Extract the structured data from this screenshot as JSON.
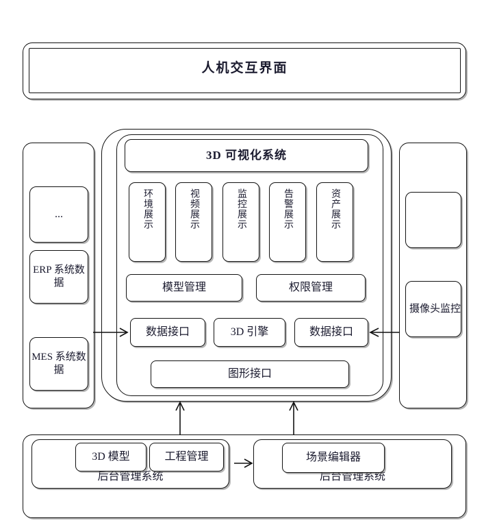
{
  "diagram": {
    "title_banner": {
      "label": "人机交互界面"
    },
    "left_sidebar": {
      "items": [
        {
          "name": "ellipsis",
          "label": "..."
        },
        {
          "name": "erp-data",
          "label": "ERP 系统数据"
        },
        {
          "name": "mes-data",
          "label": "MES 系统数据"
        }
      ]
    },
    "right_sidebar": {
      "items": [
        {
          "name": "blank",
          "label": ""
        },
        {
          "name": "camera-monitor",
          "label": "摄像头监控"
        }
      ]
    },
    "center_panel": {
      "viz_title": "3D 可视化系统",
      "display_modules": [
        {
          "name": "environment-display",
          "label": "环境展示"
        },
        {
          "name": "video-display",
          "label": "视频展示"
        },
        {
          "name": "surveillance-display",
          "label": "监控展示"
        },
        {
          "name": "alarm-display",
          "label": "告警展示"
        },
        {
          "name": "asset-display",
          "label": "资产展示"
        }
      ],
      "management": [
        {
          "name": "model-management",
          "label": "模型管理"
        },
        {
          "name": "permission-management",
          "label": "权限管理"
        }
      ],
      "interfaces": [
        {
          "name": "data-interface-left",
          "label": "数据接口"
        },
        {
          "name": "engine-3d",
          "label": "3D 引擎"
        },
        {
          "name": "data-interface-right",
          "label": "数据接口"
        }
      ],
      "graphics_interface": "图形接口"
    },
    "bottom_section": {
      "left_panel": {
        "label": "后台管理系统",
        "modules": [
          {
            "name": "model-3d",
            "label": "3D 模型"
          },
          {
            "name": "project-management",
            "label": "工程管理"
          }
        ]
      },
      "right_panel": {
        "label": "后台管理系统",
        "modules": [
          {
            "name": "scene-editor",
            "label": "场景编辑器"
          }
        ]
      }
    },
    "connectors": [
      {
        "name": "left-data-flow",
        "direction": "right"
      },
      {
        "name": "right-camera-flow",
        "direction": "left"
      },
      {
        "name": "bottom-left-up-flow",
        "direction": "up"
      },
      {
        "name": "bottom-right-up-flow",
        "direction": "up"
      },
      {
        "name": "backend-to-scene-flow",
        "direction": "right"
      }
    ]
  }
}
